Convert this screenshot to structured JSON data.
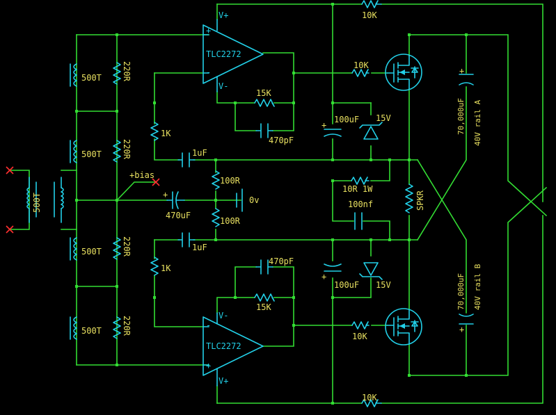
{
  "labels": {
    "r_top_10k": "10K",
    "r_bottom_10k": "10K",
    "r_gate_top": "10K",
    "r_gate_bottom": "10K",
    "coil_1": "500T",
    "coil_2": "500T",
    "coil_3": "500T",
    "coil_4": "500T",
    "r_ladder_1": "220R",
    "r_ladder_2": "220R",
    "r_ladder_3": "220R",
    "r_ladder_4": "220R",
    "input_transformer": "500T",
    "bias": "+bias",
    "c_center": "470uF",
    "ground": "0v",
    "r_div_top": "100R",
    "r_div_bottom": "100R",
    "r_in_top": "1K",
    "r_in_bottom": "1K",
    "c_couple_top": "1uF",
    "c_couple_bottom": "1uF",
    "r_fb_top": "15K",
    "r_fb_bottom": "15K",
    "c_fb_top": "470pF",
    "c_fb_bottom": "470pF",
    "opamp_top": "TLC2272",
    "opamp_bottom": "TLC2272",
    "pin_vplus": "V+",
    "pin_vminus": "V-",
    "pin_plus": "+",
    "pin_minus": "-",
    "c_sup_top": "100uF",
    "c_sup_bottom": "100uF",
    "zener_top": "15V",
    "zener_bottom": "15V",
    "r_snubber": "10R 1W",
    "c_snubber": "100nf",
    "speaker": "SPKR",
    "c_rail_a": "70,000uF",
    "rail_a": "40V rail A",
    "c_rail_b": "70,000uF",
    "rail_b": "40V rail B",
    "plus": "+"
  }
}
